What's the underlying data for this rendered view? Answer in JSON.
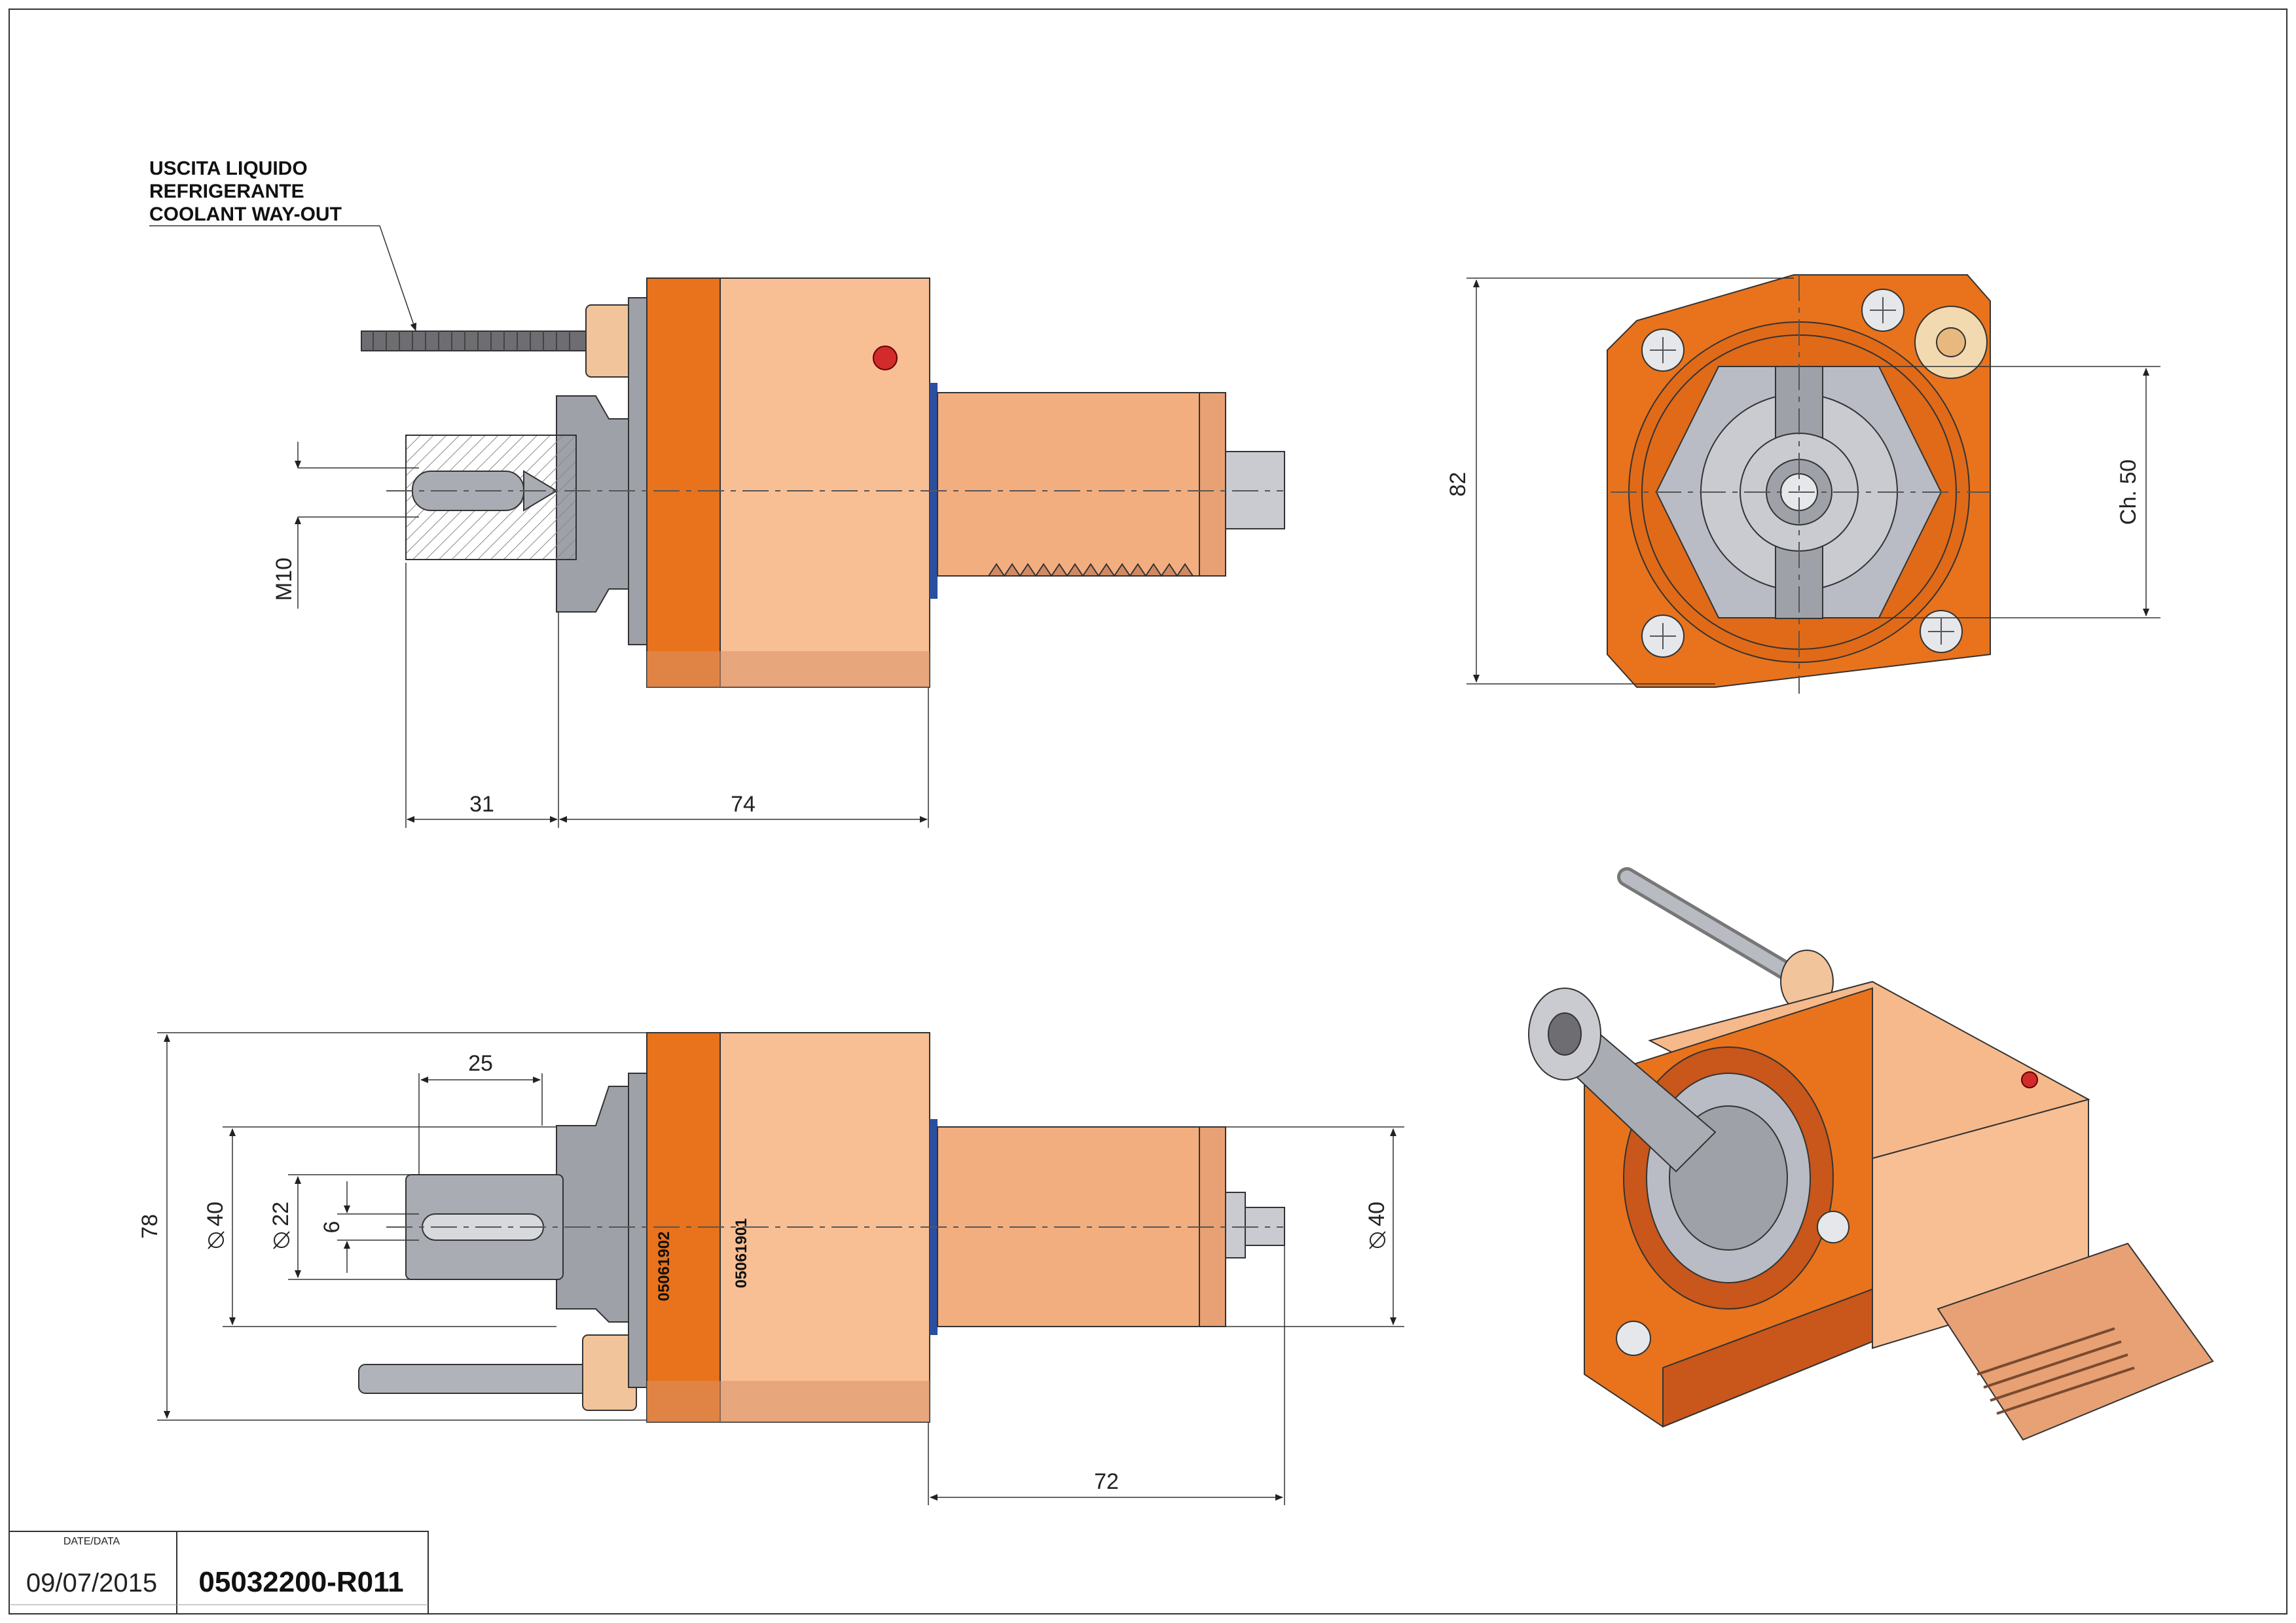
{
  "coolant_note": {
    "line1": "USCITA LIQUIDO",
    "line2": "REFRIGERANTE",
    "line3": "COOLANT WAY-OUT"
  },
  "dimensions": {
    "thread": "M10",
    "d31": "31",
    "d74": "74",
    "d82": "82",
    "ch50": "Ch. 50",
    "d25": "25",
    "d78": "78",
    "dia40_left": "40",
    "dia22": "22",
    "d6": "6",
    "dia40_right": "40",
    "d72": "72"
  },
  "part_numbers": {
    "left": "05061902",
    "right": "05061901"
  },
  "title_block": {
    "date_label": "DATE/DATA",
    "date": "09/07/2015",
    "code": "05032200-R011"
  },
  "colors": {
    "flange_orange": "#E8731C",
    "body_peach": "#F8BF94",
    "shaft_peach": "#F3AE80",
    "dark_orange": "#C9561A",
    "steel": "#B9BCC4",
    "blue_ring": "#2A4FA0"
  }
}
